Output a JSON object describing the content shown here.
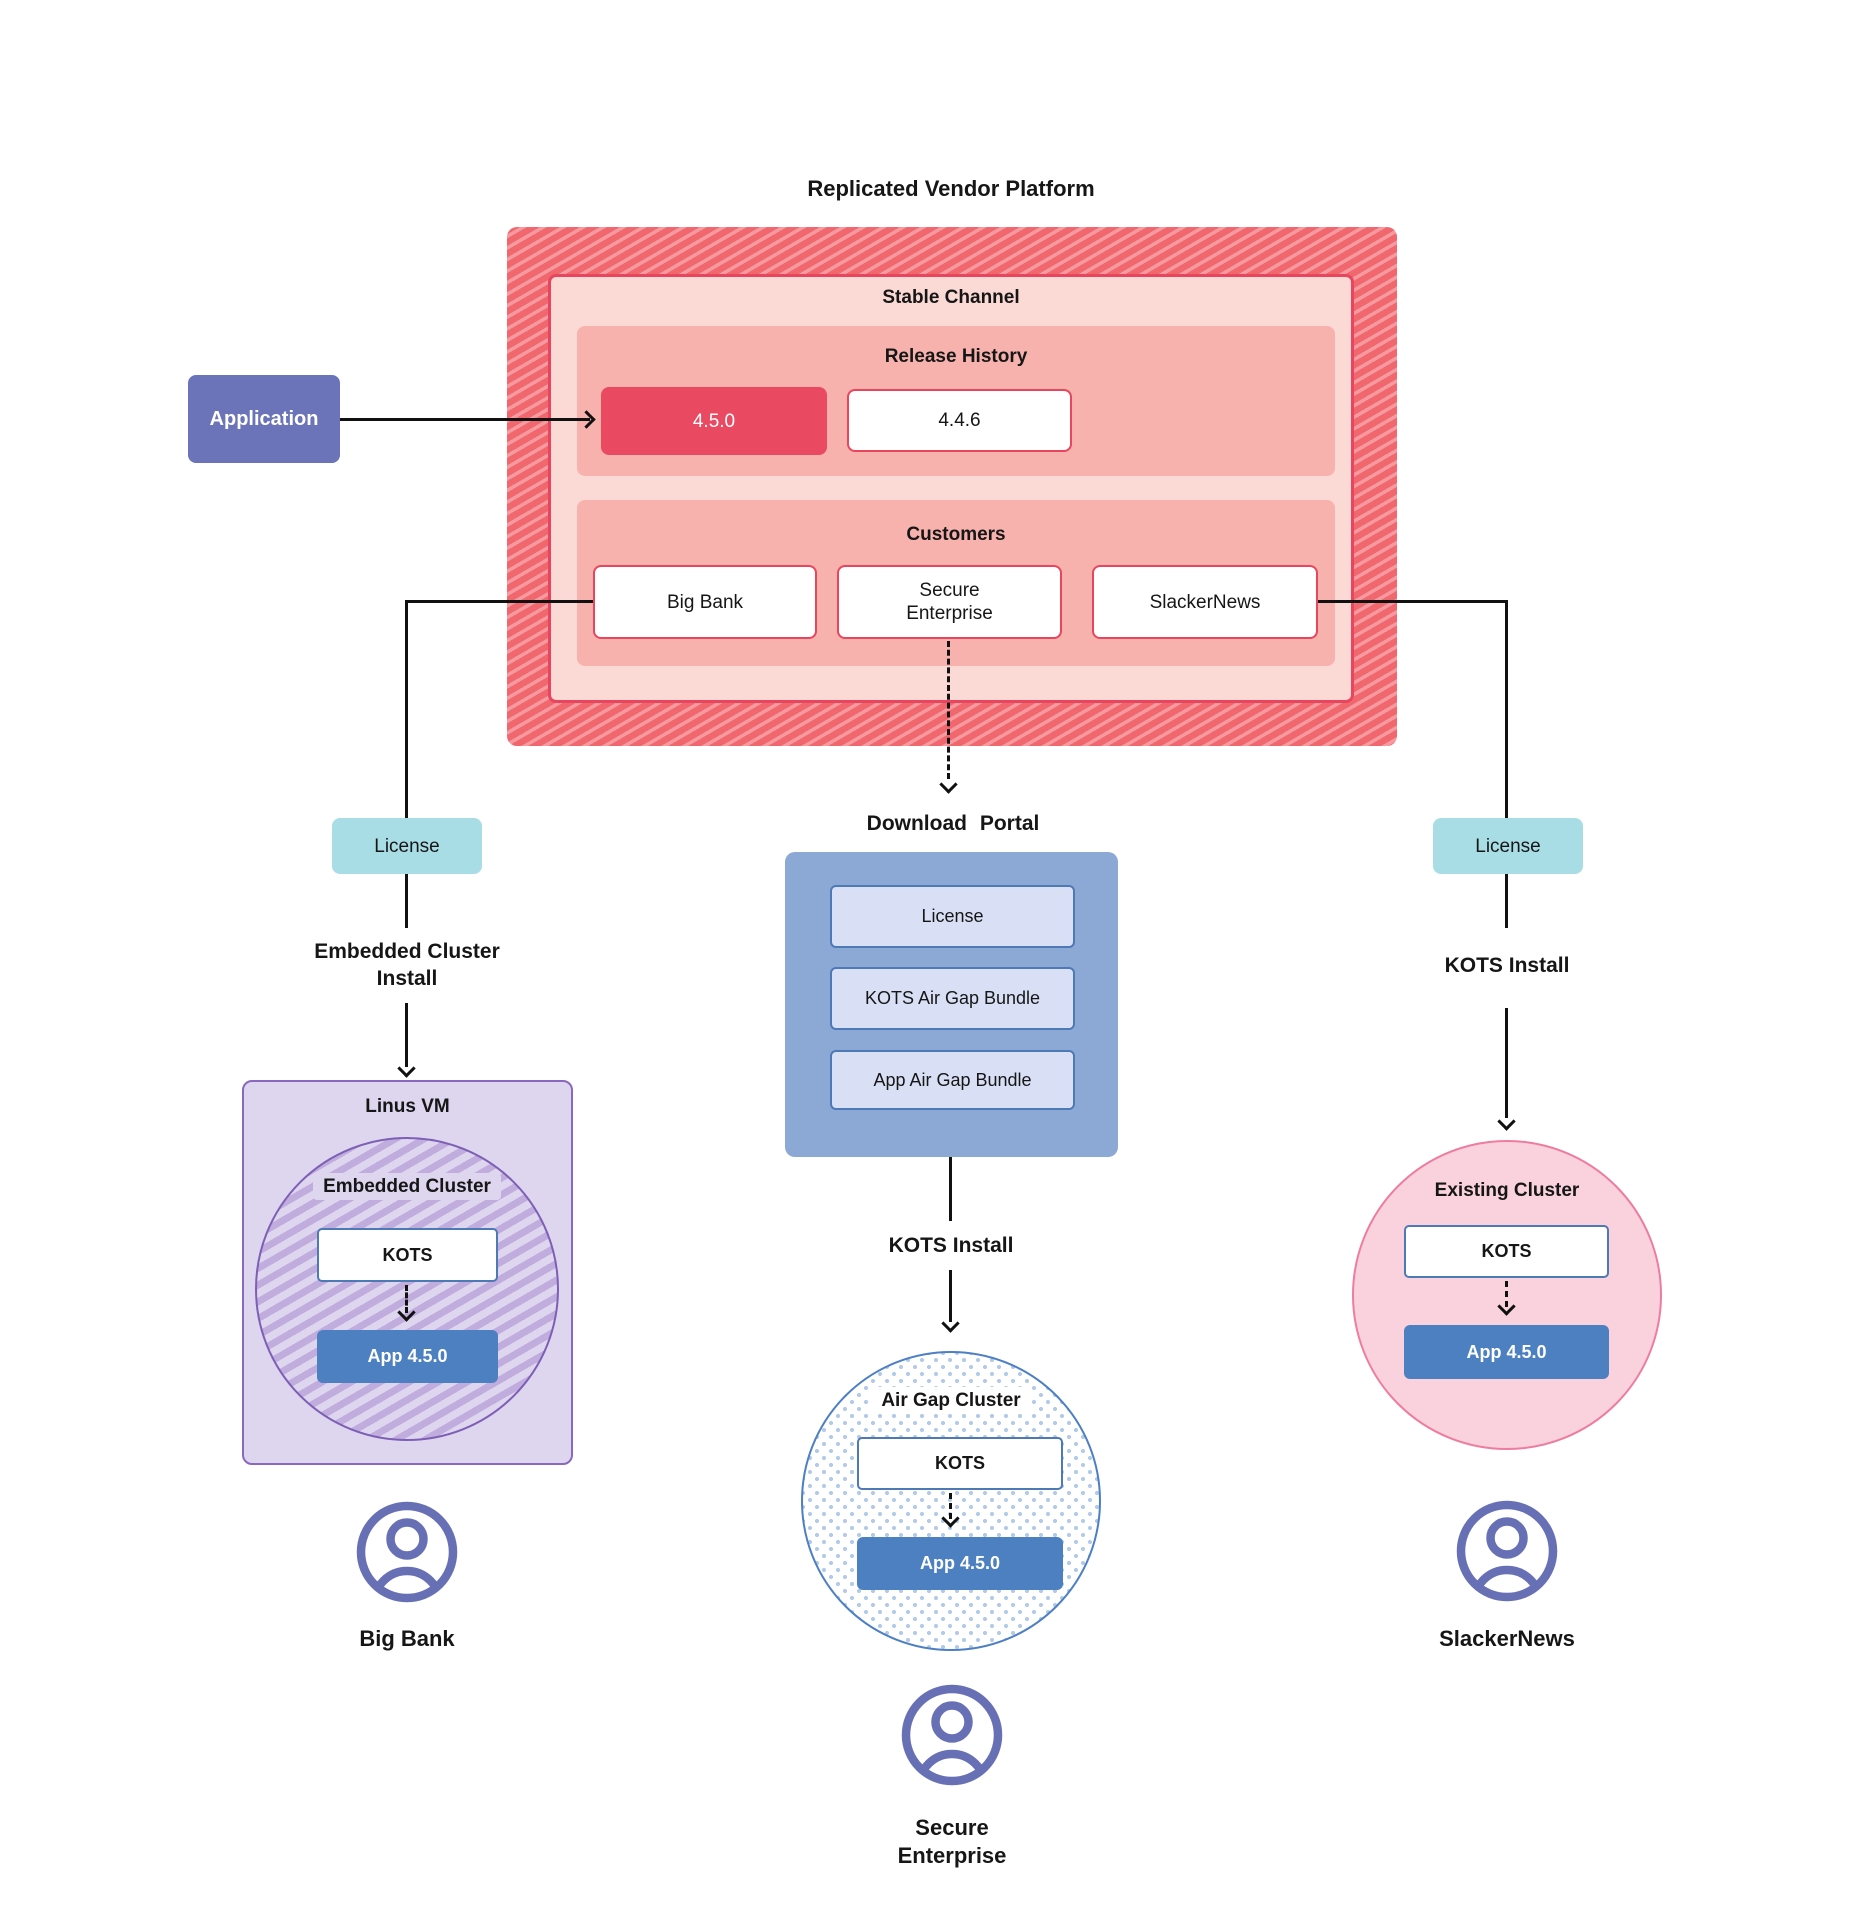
{
  "title": "Replicated Vendor Platform",
  "platform": {
    "stable_channel_label": "Stable Channel",
    "release_history_label": "Release History",
    "releases": [
      {
        "version": "4.5.0"
      },
      {
        "version": "4.4.6"
      }
    ],
    "customers_label": "Customers",
    "customers": [
      "Big Bank",
      "Secure Enterprise",
      "SlackerNews"
    ]
  },
  "application_label": "Application",
  "left_flow": {
    "license_label": "License",
    "install_label": "Embedded Cluster Install",
    "vm_label": "Linus VM",
    "cluster_label": "Embedded Cluster",
    "kots_label": "KOTS",
    "app_label": "App 4.5.0",
    "persona_label": "Big Bank"
  },
  "middle_flow": {
    "portal_title": "Download Portal",
    "portal_items": [
      "License",
      "KOTS Air Gap Bundle",
      "App Air Gap Bundle"
    ],
    "install_label": "KOTS Install",
    "cluster_label": "Air Gap Cluster",
    "kots_label": "KOTS",
    "app_label": "App 4.5.0",
    "persona_label": "Secure Enterprise"
  },
  "right_flow": {
    "license_label": "License",
    "install_label": "KOTS Install",
    "cluster_label": "Existing Cluster",
    "kots_label": "KOTS",
    "app_label": "App 4.5.0",
    "persona_label": "SlackerNews"
  },
  "colors": {
    "accent_red": "#e9455e",
    "release_highlight": "#e94a62",
    "hatch_base": "#f0686e",
    "hatch_stripe": "#f79aa0",
    "panel_pink": "#fbd9d4",
    "panel_salmon": "#f7b2ad",
    "application_purple": "#6b74b8",
    "license_teal": "#a9dde5",
    "portal_blue": "#8ca9d6",
    "portal_item_fill": "#d9e0f6",
    "kots_border": "#4d79b5",
    "app_blue": "#4d80c1",
    "vm_lavender": "#ded5ee",
    "vm_border": "#8a68bd",
    "existing_pink": "#f9d2de",
    "existing_border": "#ee7ca0",
    "airgap_border": "#4d7fc4",
    "persona_purple": "#6770b5"
  }
}
